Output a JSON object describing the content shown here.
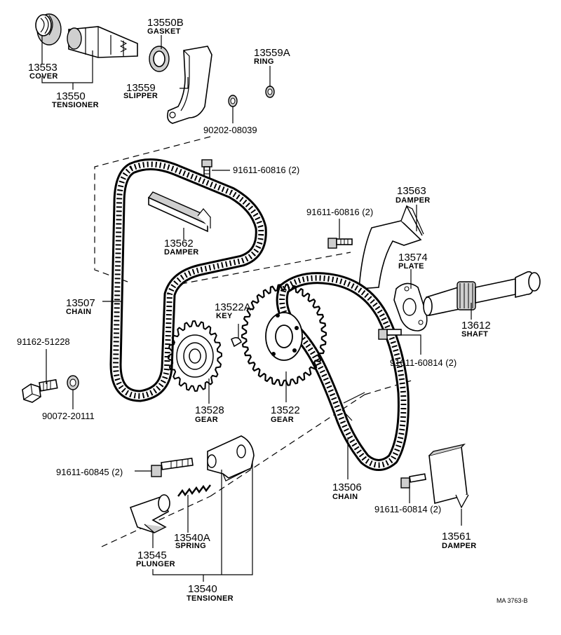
{
  "diagram_code": "MA 3763-B",
  "labels": {
    "p13550B": {
      "num": "13550B",
      "name": "GASKET"
    },
    "p13553": {
      "num": "13553",
      "name": "COVER"
    },
    "p13550": {
      "num": "13550",
      "name": "TENSIONER"
    },
    "p13559": {
      "num": "13559",
      "name": "SLIPPER"
    },
    "p13559A": {
      "num": "13559A",
      "name": "RING"
    },
    "p90202_08039": {
      "num": "90202-08039"
    },
    "p91611_60816a": {
      "num": "91611-60816 (2)"
    },
    "p91611_60816b": {
      "num": "91611-60816 (2)"
    },
    "p13563": {
      "num": "13563",
      "name": "DAMPER"
    },
    "p13562": {
      "num": "13562",
      "name": "DAMPER"
    },
    "p13574": {
      "num": "13574",
      "name": "PLATE"
    },
    "p13507": {
      "num": "13507",
      "name": "CHAIN"
    },
    "p13522A": {
      "num": "13522A",
      "name": "KEY"
    },
    "p13612": {
      "num": "13612",
      "name": "SHAFT"
    },
    "p91162_51228": {
      "num": "91162-51228"
    },
    "p91611_60814a": {
      "num": "91611-60814 (2)"
    },
    "p90072_20111": {
      "num": "90072-20111"
    },
    "p13528": {
      "num": "13528",
      "name": "GEAR"
    },
    "p13522": {
      "num": "13522",
      "name": "GEAR"
    },
    "p91611_60845": {
      "num": "91611-60845 (2)"
    },
    "p13506": {
      "num": "13506",
      "name": "CHAIN"
    },
    "p91611_60814b": {
      "num": "91611-60814 (2)"
    },
    "p13540A": {
      "num": "13540A",
      "name": "SPRING"
    },
    "p13545": {
      "num": "13545",
      "name": "PLUNGER"
    },
    "p13561": {
      "num": "13561",
      "name": "DAMPER"
    },
    "p13540": {
      "num": "13540",
      "name": "TENSIONER"
    }
  }
}
